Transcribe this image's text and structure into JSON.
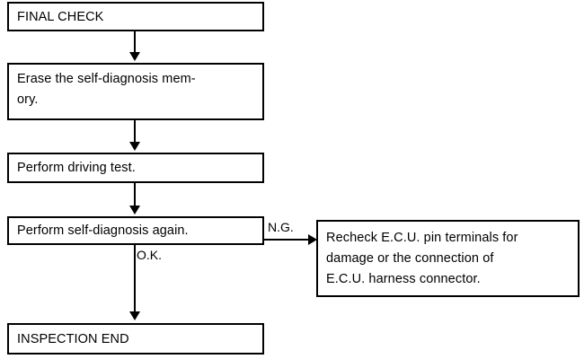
{
  "diagram": {
    "title": "FINAL CHECK",
    "background_color": "#ffffff",
    "stroke_color": "#000000",
    "nodes": [
      {
        "id": "final-check",
        "label": "FINAL CHECK"
      },
      {
        "id": "erase-memory",
        "label": "Erase the self-diagnosis mem-\nory."
      },
      {
        "id": "driving-test",
        "label": "Perform driving test."
      },
      {
        "id": "self-diagnosis",
        "label": "Perform self-diagnosis again."
      },
      {
        "id": "inspection-end",
        "label": "INSPECTION END"
      },
      {
        "id": "recheck-ecu",
        "label": "Recheck E.C.U. pin terminals for\ndamage or the connection of\nE.C.U. harness connector."
      }
    ],
    "edge_labels": {
      "ok": "O.K.",
      "ng": "N.G."
    }
  }
}
